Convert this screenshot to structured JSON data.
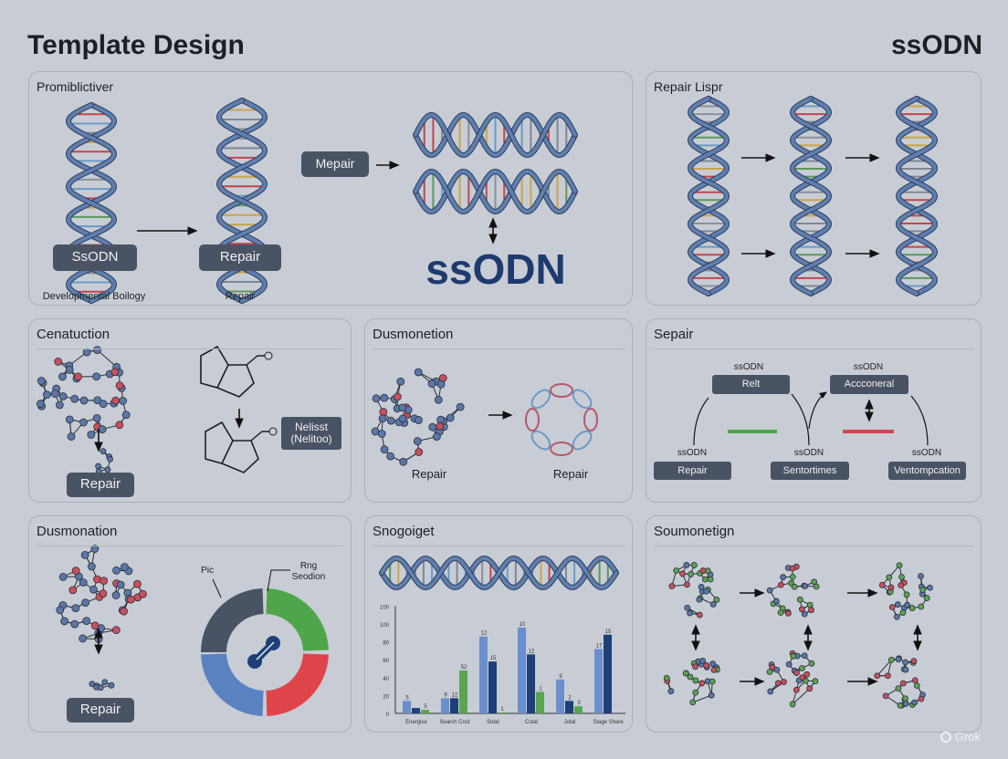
{
  "header": {
    "title": "Template Design",
    "right_title": "ssODN"
  },
  "panels": {
    "p1": {
      "title": "Promiblictiver",
      "box_ssodn": "SsODN",
      "box_repair": "Repair",
      "box_mepair": "Mepair",
      "caption_left": "Developmental Boilogy",
      "caption_mid": "Repair",
      "big_label": "ssODN"
    },
    "p2": {
      "title": "Repair Lispr"
    },
    "p3": {
      "title": "Cenatuction",
      "box_repair": "Repair",
      "box_note": "Nelisst (Nelitoo)"
    },
    "p4": {
      "title": "Dusmonetion",
      "caption_left": "Repair",
      "caption_right": "Repair"
    },
    "p5": {
      "title": "Sepair",
      "top_nodes": [
        {
          "tag": "ssODN",
          "label": "Relt"
        },
        {
          "tag": "ssODN",
          "label": "Accconeral"
        }
      ],
      "bottom_nodes": [
        {
          "tag": "ssODN",
          "label": "Repair"
        },
        {
          "tag": "ssODN",
          "label": "Sentortimes"
        },
        {
          "tag": "ssODN",
          "label": "Ventompcation"
        }
      ],
      "colors": {
        "green": "#4fa64a",
        "red": "#d9434f"
      }
    },
    "p6": {
      "title": "Dusmonation",
      "box_repair": "Repair",
      "donut_label_left": "Pic",
      "donut_label_right": "Rng Seodion",
      "donut_colors": [
        "#4a5363",
        "#4fa64a",
        "#e0444b",
        "#5b82c0"
      ],
      "center_icon": "wrench-icon"
    },
    "p7": {
      "title": "Snogoiget"
    },
    "p8": {
      "title": "Soumonetign"
    }
  },
  "chart_data": {
    "type": "bar",
    "title": "",
    "xlabel": "",
    "ylabel": "",
    "ylim": [
      0,
      120
    ],
    "yticks": [
      0,
      20,
      40,
      60,
      80,
      100,
      120
    ],
    "ytick_labels": [
      "0",
      "20",
      "40",
      "60",
      "80",
      "100",
      "100"
    ],
    "grid": false,
    "categories": [
      "Energise",
      "Search Cost",
      "Sotal",
      "Cotal",
      "Jotal",
      "Stage Share"
    ],
    "series": [
      {
        "color": "#6a8fcc",
        "values": [
          14,
          17,
          86,
          96,
          38,
          72
        ],
        "labels": [
          "5",
          "9",
          "12",
          "10",
          "9",
          "17"
        ]
      },
      {
        "color": "#1e3f78",
        "values": [
          6,
          17,
          58,
          66,
          14,
          88
        ],
        "labels": [
          "",
          "12",
          "15",
          "12",
          "2",
          "15"
        ]
      },
      {
        "color": "#5aa550",
        "values": [
          4,
          48,
          1,
          24,
          8,
          null
        ],
        "labels": [
          "5",
          "52",
          "1",
          "1",
          "3",
          ""
        ]
      }
    ]
  },
  "watermark": "Grok",
  "colors": {
    "background": "#c8cdd5",
    "panel": "#cdd2da",
    "dna": "#5f7fb0",
    "accent_dark": "#1e3a6e",
    "box": "#4a5363"
  }
}
